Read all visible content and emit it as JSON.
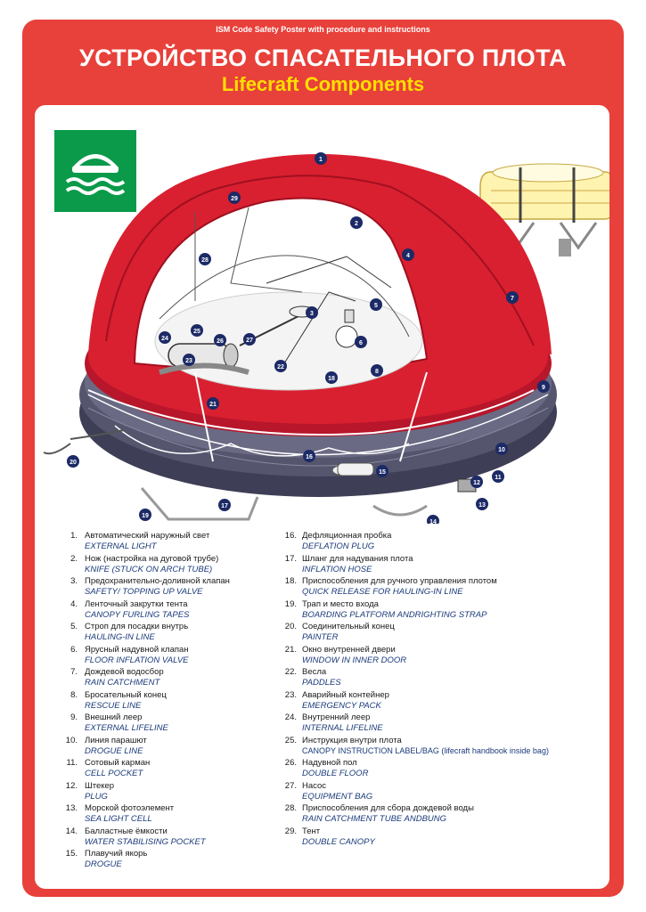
{
  "header": {
    "top_line": "ISM Code Safety Poster with procedure and instructions",
    "title_ru": "УСТРОЙСТВО СПАСАТЕЛЬНОГО ПЛОТА",
    "title_en": "Lifecraft Components"
  },
  "colors": {
    "frame": "#e8403a",
    "title_en": "#ffe000",
    "sign": "#0a9a4a",
    "canopy": "#d92030",
    "tube": "#4a4a62",
    "callout": "#1c2a66"
  },
  "callouts": [
    "1",
    "2",
    "3",
    "4",
    "5",
    "6",
    "7",
    "8",
    "9",
    "10",
    "11",
    "12",
    "13",
    "14",
    "15",
    "16",
    "17",
    "18",
    "19",
    "20",
    "21",
    "22",
    "23",
    "24",
    "25",
    "26",
    "27",
    "28",
    "29"
  ],
  "legend_left": [
    {
      "num": "1.",
      "ru": "Автоматический наружный свет",
      "en": "EXTERNAL LIGHT"
    },
    {
      "num": "2.",
      "ru": "Нож (настройка на дуговой трубе)",
      "en": "KNIFE (STUCK  ON ARCH TUBE)"
    },
    {
      "num": "3.",
      "ru": "Предохранительно-доливной клапан",
      "en": "SAFETY/ TOPPING UP VALVE"
    },
    {
      "num": "4.",
      "ru": "Ленточный закрутки тента",
      "en": "CANOPY FURLING TAPES"
    },
    {
      "num": "5.",
      "ru": "Строп для посадки внутрь",
      "en": "HAULING-IN LINE"
    },
    {
      "num": "6.",
      "ru": "Ярусный надувной клапан",
      "en": "FLOOR INFLATION VALVE"
    },
    {
      "num": "7.",
      "ru": "Дождевой водосбор",
      "en": "RAIN CATCHMENT"
    },
    {
      "num": "8.",
      "ru": "Бросательный конец",
      "en": "RESCUE LINE"
    },
    {
      "num": "9.",
      "ru": "Внешний леер",
      "en": "EXTERNAL LIFELINE"
    },
    {
      "num": "10.",
      "ru": "Линия парашют",
      "en": "DROGUE LINE"
    },
    {
      "num": "11.",
      "ru": "Сотовый карман",
      "en": "CELL POCKET"
    },
    {
      "num": "12.",
      "ru": "Штекер",
      "en": "PLUG"
    },
    {
      "num": "13.",
      "ru": "Морской фотоэлемент",
      "en": "SEA LIGHT CELL"
    },
    {
      "num": "14.",
      "ru": "Балластные ёмкости",
      "en": "WATER STABILISING POCKET"
    },
    {
      "num": "15.",
      "ru": "Плавучий якорь",
      "en": "DROGUE"
    }
  ],
  "legend_right": [
    {
      "num": "16.",
      "ru": "Дефляционная пробка",
      "en": "DEFLATION PLUG"
    },
    {
      "num": "17.",
      "ru": "Шланг для надувания плота",
      "en": "INFLATION HOSE"
    },
    {
      "num": "18.",
      "ru": "Приспособления для ручного управления плотом",
      "en": "QUICK RELEASE FOR HAULING-IN LINE"
    },
    {
      "num": "19.",
      "ru": "Трап и место входа",
      "en": "BOARDING PLATFORM ANDRIGHTING STRAP"
    },
    {
      "num": "20.",
      "ru": "Соединительный конец",
      "en": "PAINTER"
    },
    {
      "num": "21.",
      "ru": "Окно внутренней двери",
      "en": "WINDOW IN INNER DOOR"
    },
    {
      "num": "22.",
      "ru": "Весла",
      "en": "PADDLES"
    },
    {
      "num": "23.",
      "ru": "Аварийный контейнер",
      "en": "EMERGENCY PACK"
    },
    {
      "num": "24.",
      "ru": "Внутренний леер",
      "en": "INTERNAL LIFELINE"
    },
    {
      "num": "25.",
      "ru": "Инструкция внутри плота",
      "en": "CANOPY INSTRUCTION LABEL/BAG (lifecraft handbook inside bag)"
    },
    {
      "num": "26.",
      "ru": "Надувной пол",
      "en": "DOUBLE FLOOR"
    },
    {
      "num": "27.",
      "ru": "Насос",
      "en": "EQUIPMENT BAG"
    },
    {
      "num": "28.",
      "ru": "Приспособления для сбора дождевой воды",
      "en": "RAIN CATCHMENT TUBE ANDBUNG"
    },
    {
      "num": "29.",
      "ru": "Тент",
      "en": "DOUBLE CANOPY"
    }
  ]
}
